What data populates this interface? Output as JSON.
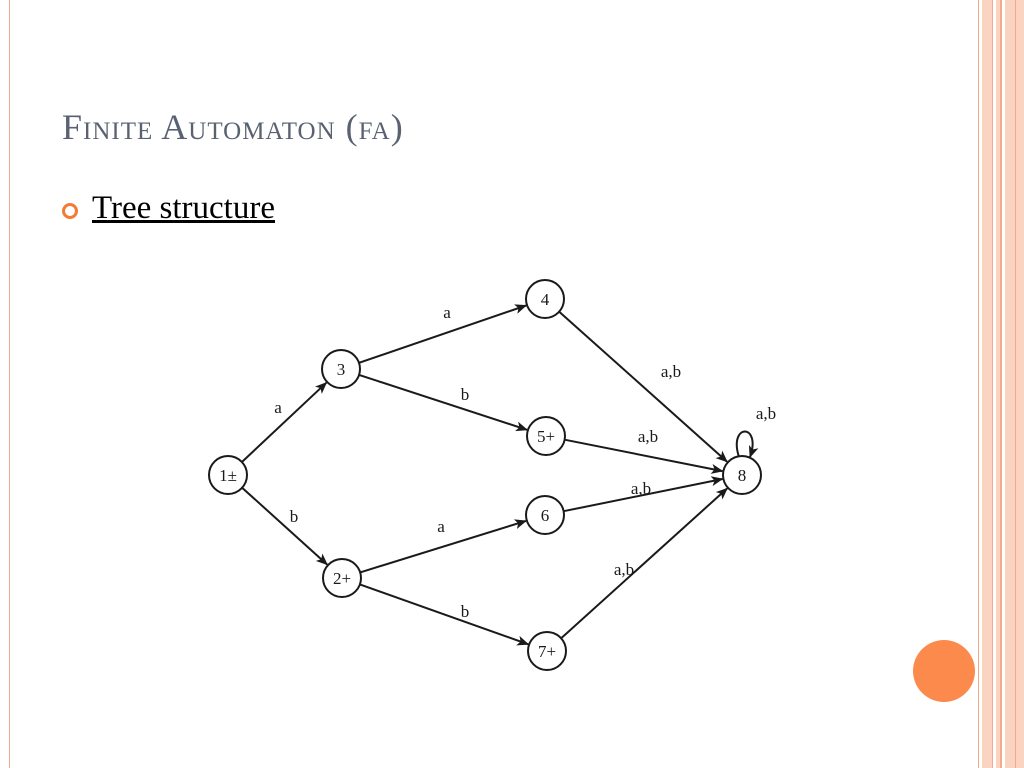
{
  "slide": {
    "title": "Finite Automaton (fa)",
    "bullet": "Tree structure"
  },
  "colors": {
    "title": "#5a6271",
    "bullet_marker": "#f37b36",
    "accent_circle": "#fb8a4c",
    "stripe_light": "#fbd3c1",
    "stripe_dark": "#f6a88a"
  },
  "automaton": {
    "states": [
      {
        "id": "s1",
        "label": "1±"
      },
      {
        "id": "s2",
        "label": "2+"
      },
      {
        "id": "s3",
        "label": "3"
      },
      {
        "id": "s4",
        "label": "4"
      },
      {
        "id": "s5",
        "label": "5+"
      },
      {
        "id": "s6",
        "label": "6"
      },
      {
        "id": "s7",
        "label": "7+"
      },
      {
        "id": "s8",
        "label": "8"
      }
    ],
    "transitions": [
      {
        "from": "s1",
        "to": "s3",
        "label": "a"
      },
      {
        "from": "s1",
        "to": "s2",
        "label": "b"
      },
      {
        "from": "s3",
        "to": "s4",
        "label": "a"
      },
      {
        "from": "s3",
        "to": "s5",
        "label": "b"
      },
      {
        "from": "s2",
        "to": "s6",
        "label": "a"
      },
      {
        "from": "s2",
        "to": "s7",
        "label": "b"
      },
      {
        "from": "s4",
        "to": "s8",
        "label": "a,b"
      },
      {
        "from": "s5",
        "to": "s8",
        "label": "a,b"
      },
      {
        "from": "s6",
        "to": "s8",
        "label": "a,b"
      },
      {
        "from": "s7",
        "to": "s8",
        "label": "a,b"
      },
      {
        "from": "s8",
        "to": "s8",
        "label": "a,b"
      }
    ]
  }
}
